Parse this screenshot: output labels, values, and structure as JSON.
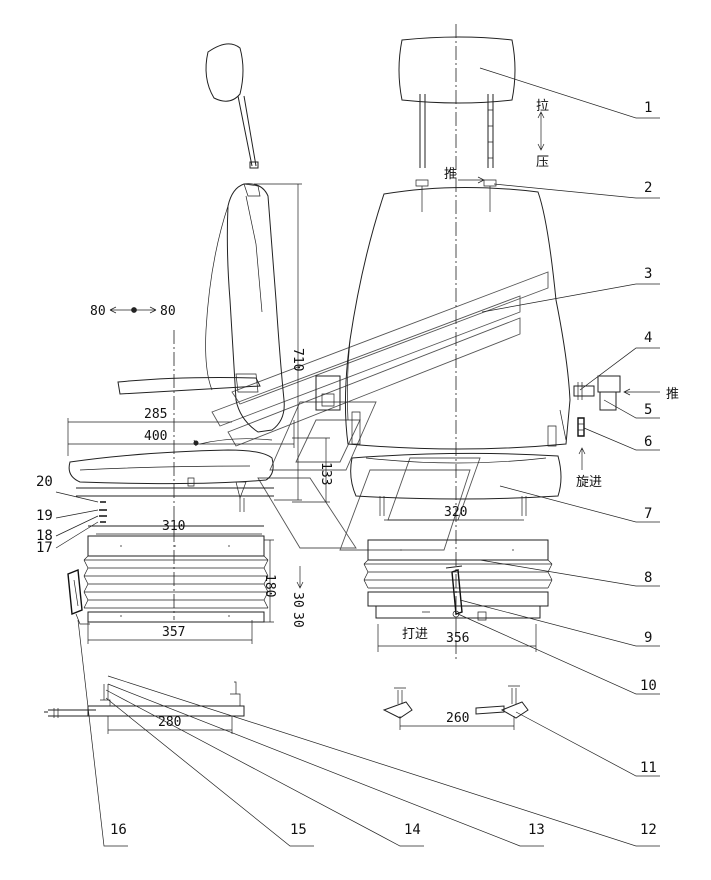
{
  "callouts": [
    "1",
    "2",
    "3",
    "4",
    "5",
    "6",
    "7",
    "8",
    "9",
    "10",
    "11",
    "12",
    "13",
    "14",
    "15",
    "16",
    "17",
    "18",
    "19",
    "20"
  ],
  "dimensions": {
    "d285": "285",
    "d400": "400",
    "d310": "310",
    "d357": "357",
    "d280": "280",
    "d710": "710",
    "d133": "133",
    "d180": "180",
    "d80_left": "80",
    "d80_right": "80",
    "d30_a": "30",
    "d30_b": "30",
    "d320": "320",
    "d356": "356",
    "d260": "260"
  },
  "labels": {
    "pull": "拉",
    "press": "压",
    "push_top": "推",
    "push_side": "推",
    "screw_in": "旋进",
    "knock_in": "打进"
  }
}
